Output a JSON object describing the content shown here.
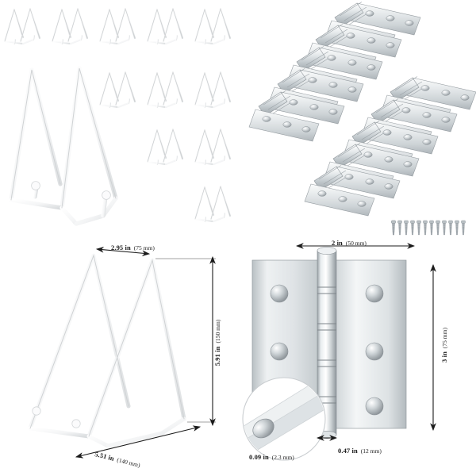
{
  "page": {
    "background_color": "#ffffff",
    "title": "Plate Stand and Ball Bearing Hinge Product Dimension Sheet"
  },
  "palette": {
    "wire_white_light": "#fdfdfd",
    "wire_white_shadow": "#d8dadb",
    "wire_outline": "#e8eaeb",
    "steel_light": "#f2f4f5",
    "steel_mid": "#d2d7da",
    "steel_dark": "#a8afb4",
    "steel_edge": "#8b9298",
    "screw_gray": "#9aa1a6",
    "dimension_line": "#1b1b1b",
    "callout_circle": "#c9cdd0"
  },
  "groups": {
    "plate_stands": {
      "name": "white wire plate stands",
      "small_count": 12,
      "large_count": 1,
      "color": "white"
    },
    "hinges": {
      "name": "stainless steel ball bearing hinges",
      "count": 10,
      "screw_count": 13,
      "finish": "brushed stainless steel"
    }
  },
  "dimensions": {
    "stand_width": {
      "value": "2.95 in",
      "metric": "(75 mm)",
      "axis": "horizontal"
    },
    "stand_height": {
      "value": "5.91 in",
      "metric": "(150 mm)",
      "axis": "vertical"
    },
    "stand_depth": {
      "value": "5.51 in",
      "metric": "(140 mm)",
      "axis": "diagonal"
    },
    "hinge_width": {
      "value": "2 in",
      "metric": "(50 mm)",
      "axis": "horizontal"
    },
    "hinge_height": {
      "value": "3 in",
      "metric": "(75 mm)",
      "axis": "vertical"
    },
    "hinge_thickness": {
      "value": "0.09 in",
      "metric": "(2.3 mm)",
      "axis": "callout"
    },
    "hinge_knuckle": {
      "value": "0.47 in",
      "metric": "(12 mm)",
      "axis": "horizontal"
    }
  }
}
